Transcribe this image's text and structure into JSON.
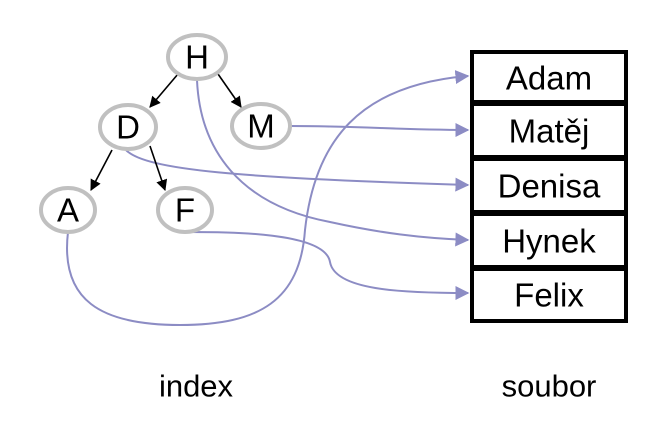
{
  "colors": {
    "node_border": "#c0c0c0",
    "pointer": "#8c8cc4",
    "tree_edge": "#000000",
    "record_border": "#000000"
  },
  "index": {
    "caption": "index",
    "nodes": [
      {
        "id": "H",
        "label": "H"
      },
      {
        "id": "D",
        "label": "D"
      },
      {
        "id": "M",
        "label": "M"
      },
      {
        "id": "A",
        "label": "A"
      },
      {
        "id": "F",
        "label": "F"
      }
    ],
    "edges": [
      {
        "from": "H",
        "to": "D"
      },
      {
        "from": "H",
        "to": "M"
      },
      {
        "from": "D",
        "to": "A"
      },
      {
        "from": "D",
        "to": "F"
      }
    ]
  },
  "file": {
    "caption": "soubor",
    "records": [
      "Adam",
      "Matěj",
      "Denisa",
      "Hynek",
      "Felix"
    ]
  },
  "pointers": [
    {
      "from": "A",
      "to": "Adam"
    },
    {
      "from": "M",
      "to": "Matěj"
    },
    {
      "from": "D",
      "to": "Denisa"
    },
    {
      "from": "H",
      "to": "Hynek"
    },
    {
      "from": "F",
      "to": "Felix"
    }
  ]
}
